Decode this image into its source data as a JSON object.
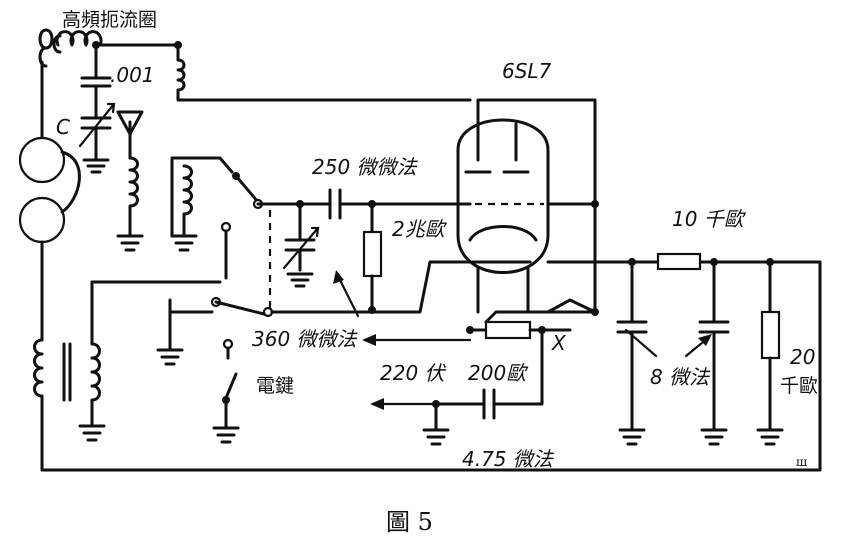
{
  "labels": {
    "choke": "高頻扼流圈",
    "cap_001": ".001",
    "cap_c": "C",
    "tube": "6SL7",
    "cap_250": "250 微微法",
    "res_2meg": "2兆歐",
    "res_10k": "10 千歐",
    "cap_360": "360 微微法",
    "key": "電鍵",
    "volt_220": "220 伏",
    "res_200": "200歐",
    "cap_8": "8 微法",
    "res_20k_num": "20",
    "res_20k_unit": "千歐",
    "cap_475": "4.75 微法",
    "cross": "X",
    "corner": "ш"
  },
  "caption": "圖 5"
}
